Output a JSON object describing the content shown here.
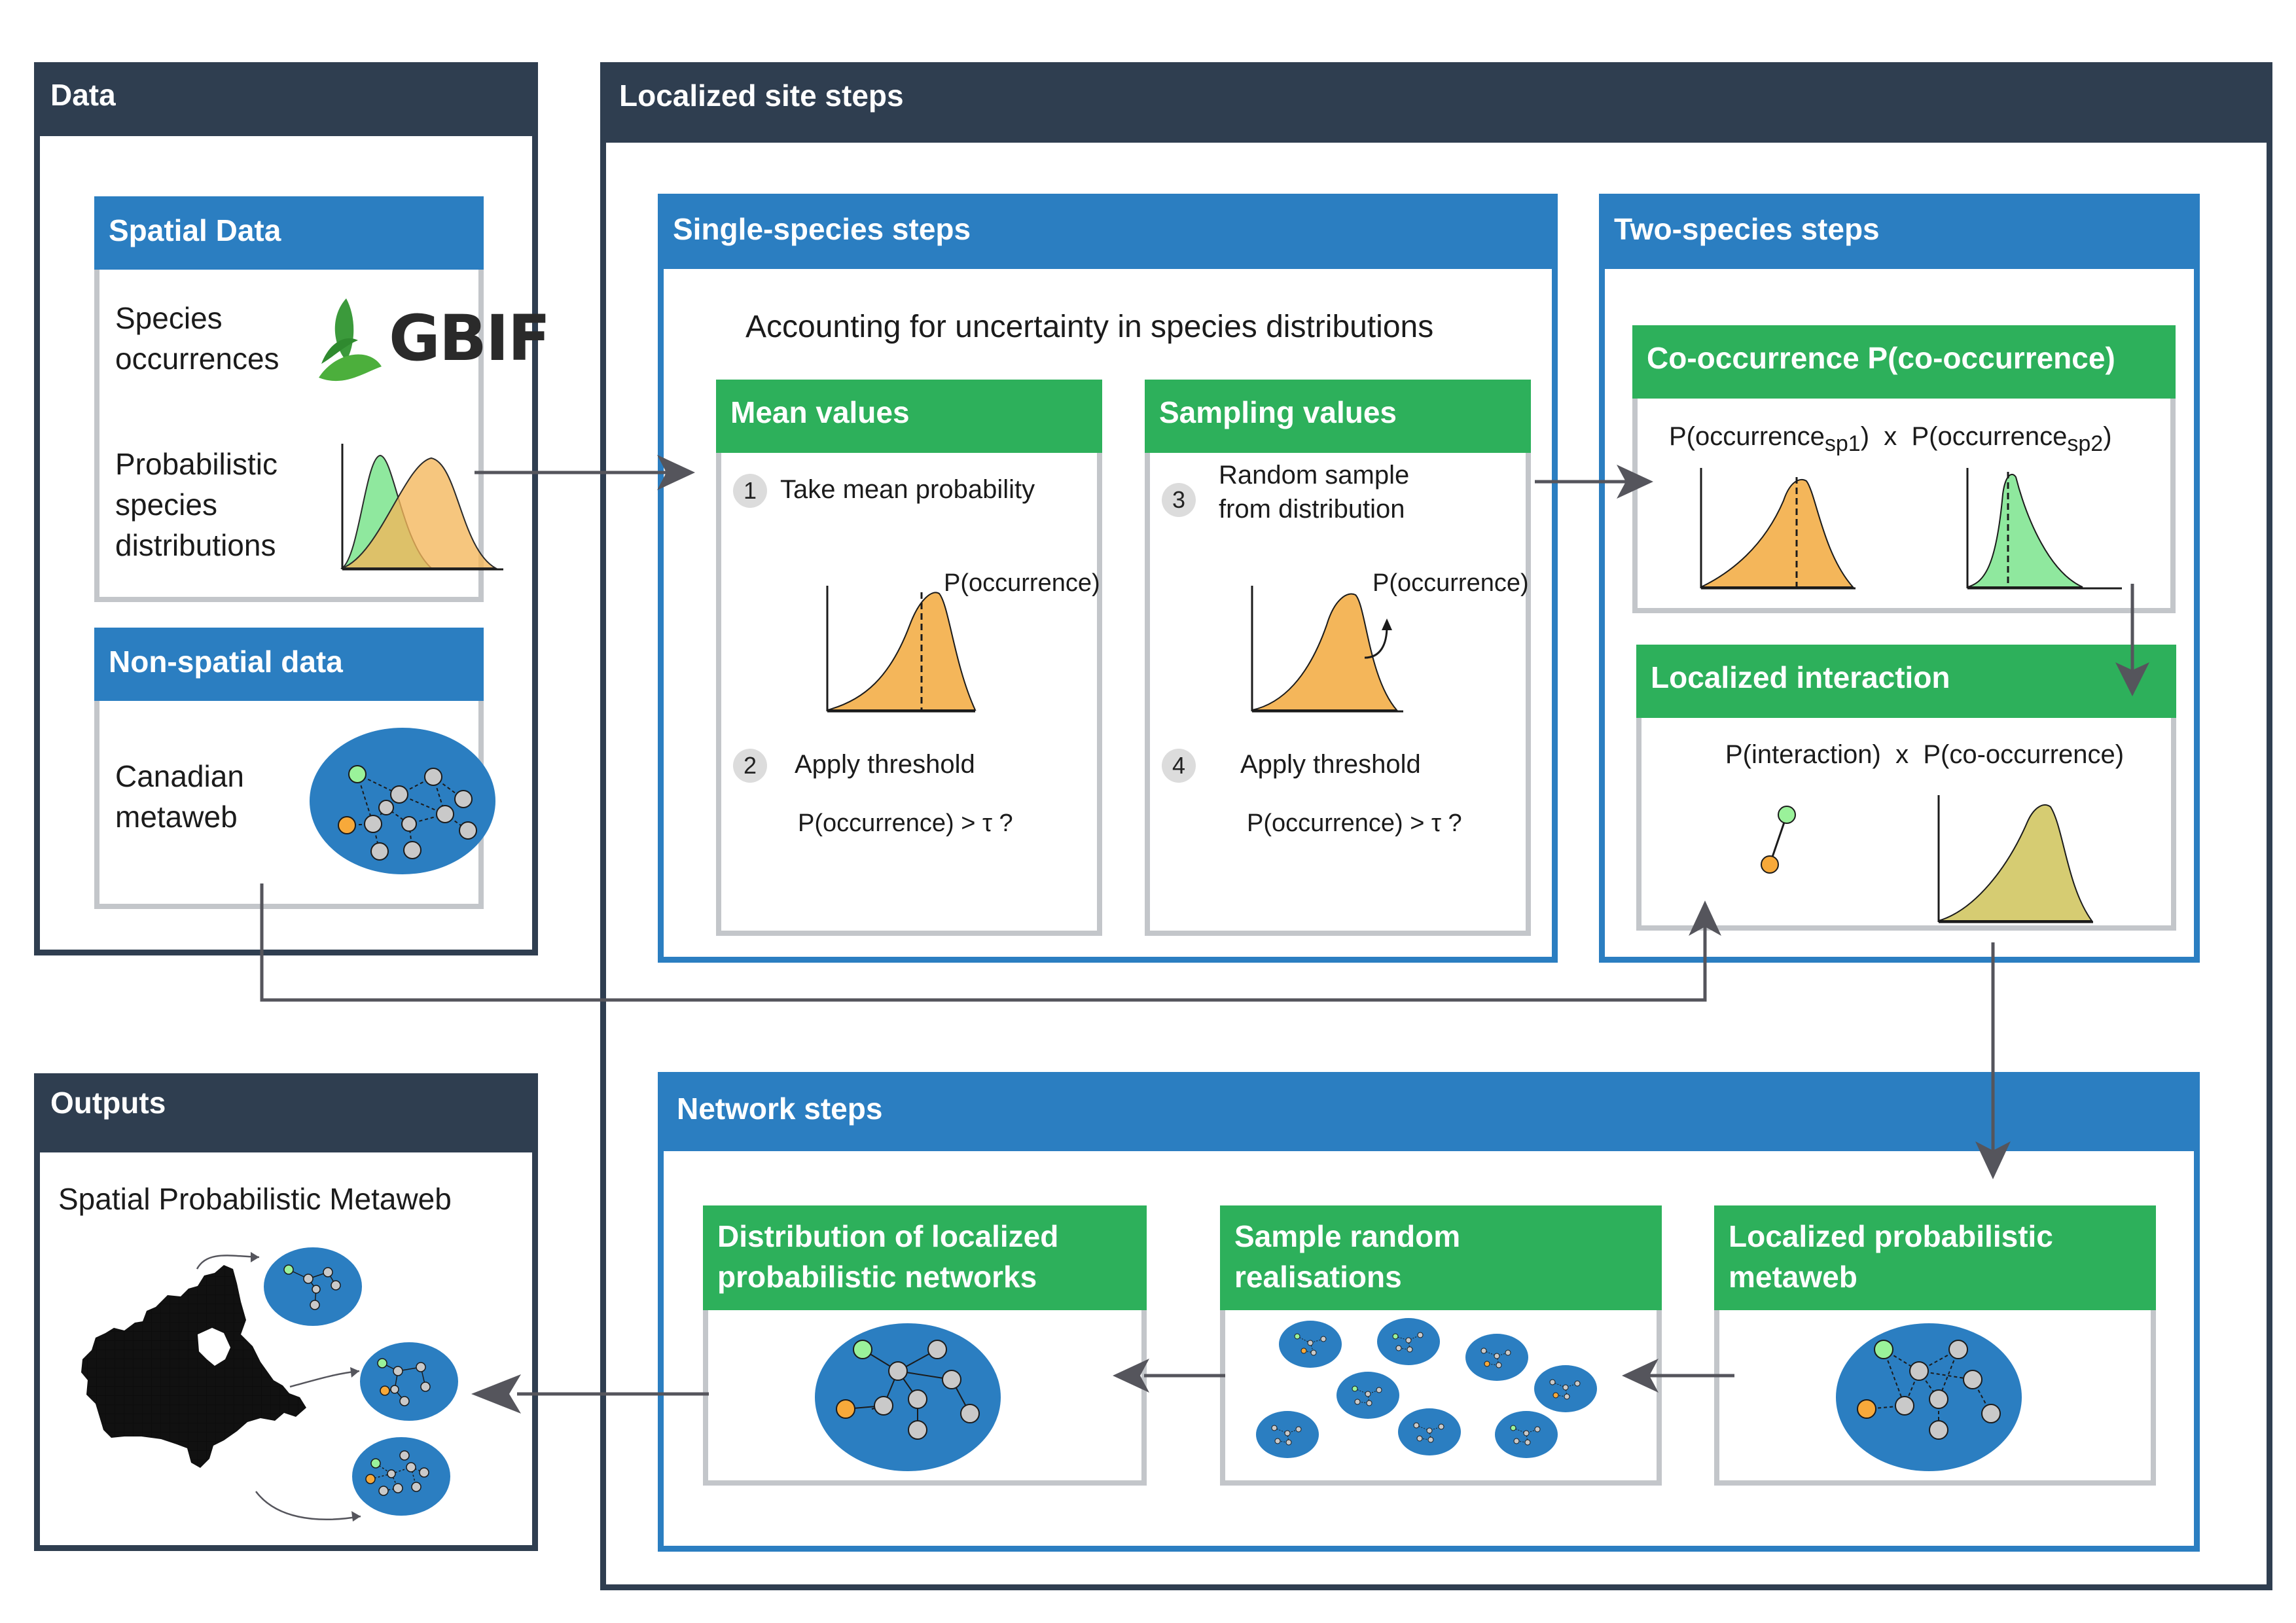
{
  "data_panel": {
    "title": "Data",
    "spatial": {
      "title": "Spatial Data",
      "occurrences_label": "Species\noccurrences",
      "gbif_logo": "GBIF",
      "distributions_label": "Probabilistic\nspecies\ndistributions"
    },
    "nonspatial": {
      "title": "Non-spatial data",
      "metaweb_label": "Canadian\nmetaweb"
    }
  },
  "outputs_panel": {
    "title": "Outputs",
    "subtitle": "Spatial Probabilistic Metaweb"
  },
  "localized_panel": {
    "title": "Localized site steps",
    "single": {
      "title": "Single-species steps",
      "subtitle": "Accounting for uncertainty in species distributions",
      "mean": {
        "title": "Mean values",
        "step1_num": "1",
        "step1_text": "Take mean probability",
        "curve_label": "P(occurrence)",
        "step2_num": "2",
        "step2_text": "Apply threshold",
        "threshold": "P(occurrence) > τ ?"
      },
      "sampling": {
        "title": "Sampling values",
        "step3_num": "3",
        "step3_text": "Random sample\nfrom distribution",
        "curve_label": "P(occurrence)",
        "step4_num": "4",
        "step4_text": "Apply threshold",
        "threshold": "P(occurrence) > τ ?"
      }
    },
    "two": {
      "title": "Two-species steps",
      "cooccurrence": {
        "title": "Co-occurrence P(co-occurrence)",
        "formula_a": "P(occurrence",
        "sub_a": "sp1",
        "formula_mid": ")  x  P(occurrence",
        "sub_b": "sp2",
        "formula_end": ")"
      },
      "interaction": {
        "title": "Localized interaction",
        "formula": "P(interaction)  x  P(co-occurrence)"
      }
    },
    "network": {
      "title": "Network steps",
      "distribution_title": "Distribution of localized\nprobabilistic networks",
      "sample_title": "Sample random\nrealisations",
      "metaweb_title": "Localized probabilistic\nmetaweb"
    }
  },
  "colors": {
    "dark": "#2f3e50",
    "blue": "#2b7ec1",
    "green": "#2db05b",
    "orange_fill": "#f4b65a",
    "green_fill": "#8fe89e",
    "olive_fill": "#d6cc72",
    "node_grey": "#c9c9c9",
    "node_orange": "#f7a93a",
    "node_green": "#9af29a",
    "arrow": "#55555c"
  }
}
